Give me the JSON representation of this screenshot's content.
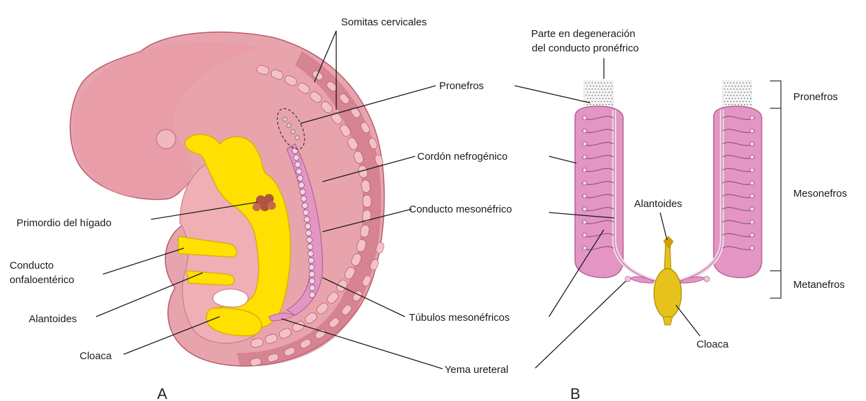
{
  "colors": {
    "embryo_fill": "#e8a4ad",
    "embryo_dark": "#b85a6a",
    "somite_fill": "#f2c2c8",
    "gut_yellow": "#ffe000",
    "gut_stroke": "#d2b000",
    "kidney_fill": "#e396c4",
    "kidney_stroke": "#b65f95",
    "liver": "#b0533f",
    "cloaca_b": "#e7c21a"
  },
  "panels": {
    "a": "A",
    "b": "B"
  },
  "labels": {
    "somitas_cervicales": "Somitas cervicales",
    "parte_deg_1": "Parte en degeneración",
    "parte_deg_2": "del conducto pronéfrico",
    "pronefros_a": "Pronefros",
    "cordon": "Cordón nefrogénico",
    "conducto_meso": "Conducto mesonéfrico",
    "primordio": "Primordio del hígado",
    "onfalo_1": "Conducto",
    "onfalo_2": "onfaloentérico",
    "alantoides_a": "Alantoides",
    "cloaca_a": "Cloaca",
    "tubulos": "Túbulos mesonéfricos",
    "yema": "Yema ureteral",
    "alantoides_b": "Alantoides",
    "cloaca_b": "Cloaca",
    "pronefros_b": "Pronefros",
    "mesonefros": "Mesonefros",
    "metanefros": "Metanefros"
  }
}
